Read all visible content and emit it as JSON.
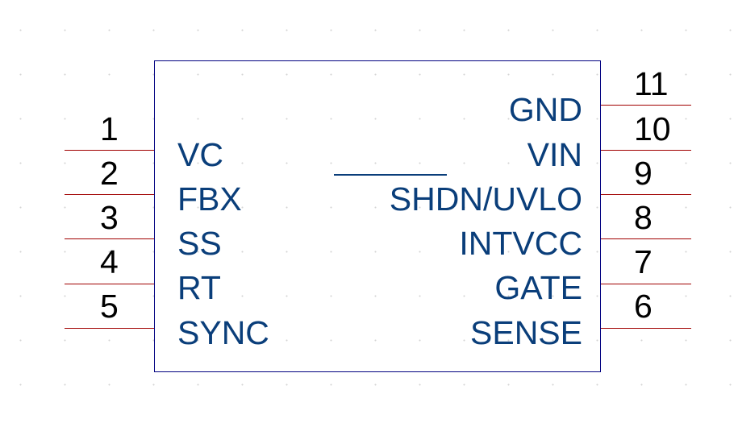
{
  "component": {
    "left_pins": [
      {
        "number": "1",
        "name": "VC"
      },
      {
        "number": "2",
        "name": "FBX"
      },
      {
        "number": "3",
        "name": "SS"
      },
      {
        "number": "4",
        "name": "RT"
      },
      {
        "number": "5",
        "name": "SYNC"
      }
    ],
    "right_pins": [
      {
        "number": "11",
        "name": "GND"
      },
      {
        "number": "10",
        "name": "VIN"
      },
      {
        "number": "9",
        "name": "SHDN/UVLO"
      },
      {
        "number": "8",
        "name": "INTVCC"
      },
      {
        "number": "7",
        "name": "GATE"
      },
      {
        "number": "6",
        "name": "SENSE"
      }
    ]
  },
  "colors": {
    "body_outline": "#000080",
    "pin_line": "#a00000",
    "pin_name": "#0a3e7a",
    "pin_number": "#000000",
    "grid_dot": "#d4d4d4"
  }
}
